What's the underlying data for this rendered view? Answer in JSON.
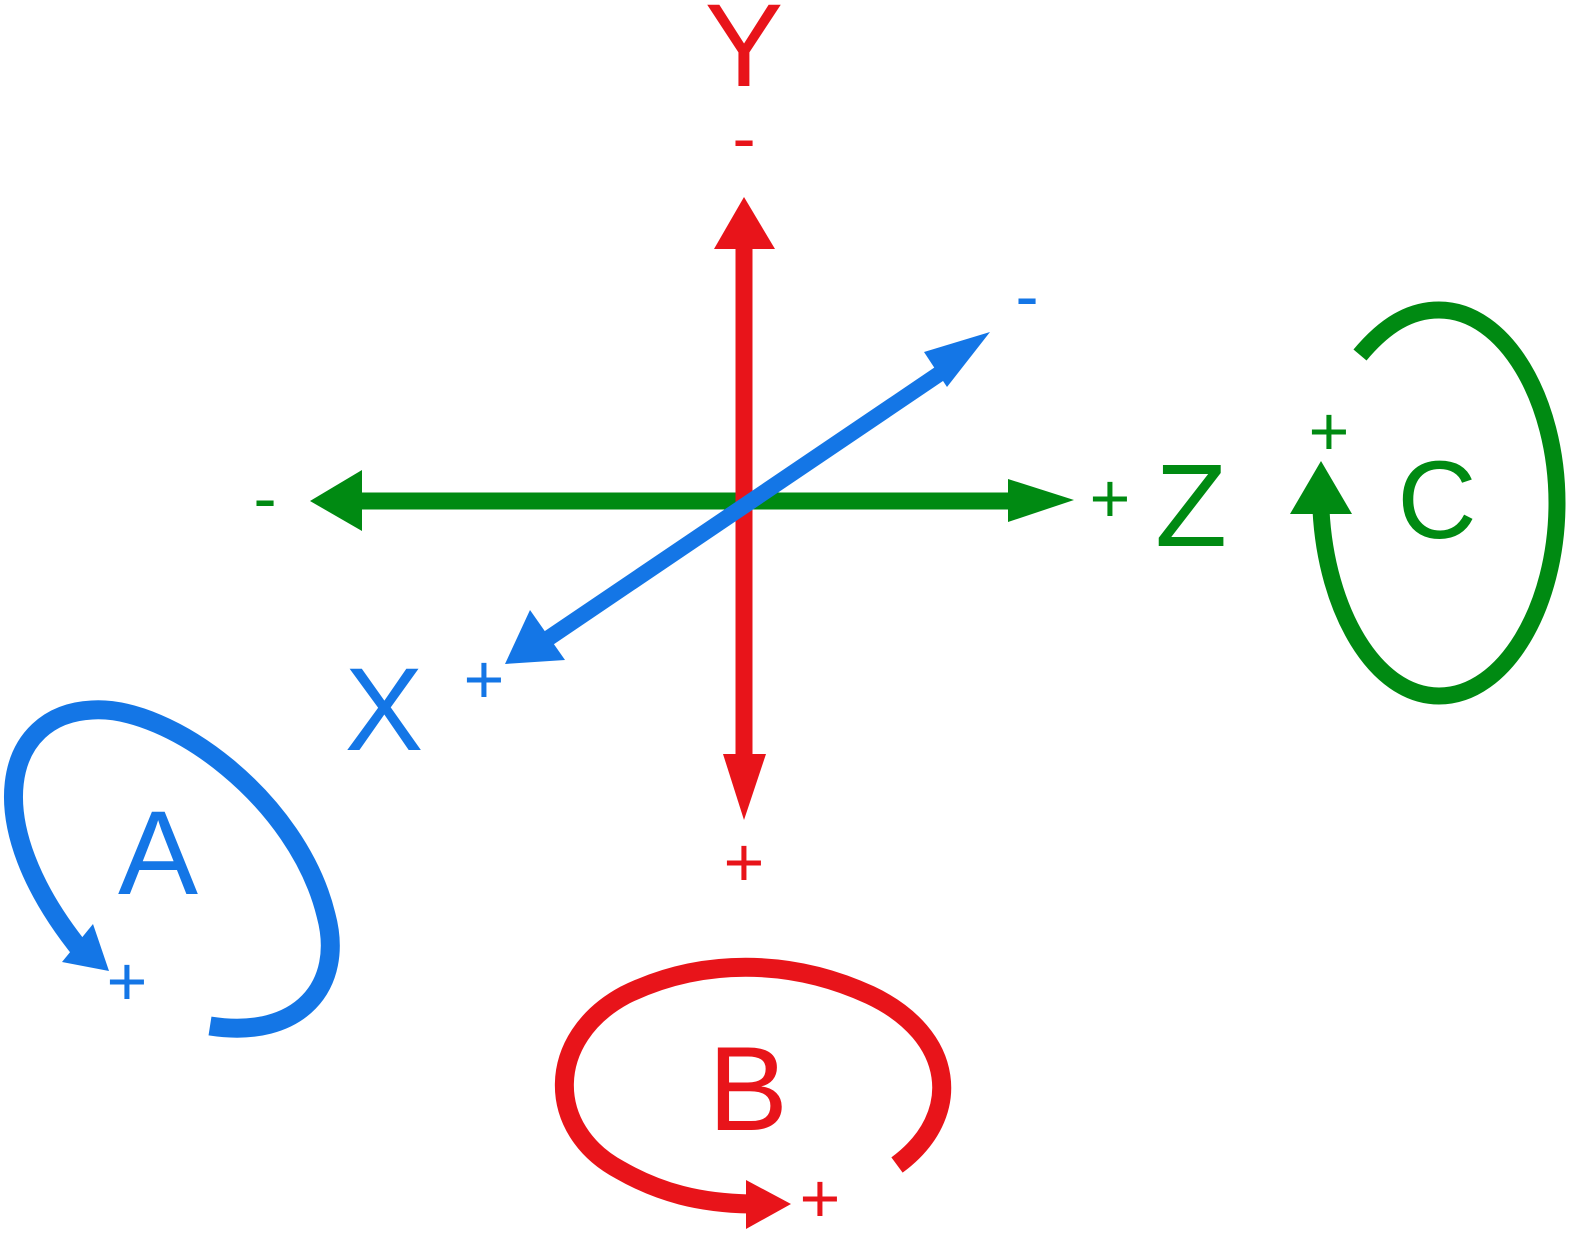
{
  "colors": {
    "y_axis": "#e8141a",
    "x_axis": "#1476e6",
    "z_axis": "#008a12"
  },
  "axes": {
    "y": {
      "label": "Y",
      "negative": "-",
      "positive": "+"
    },
    "x": {
      "label": "X",
      "negative": "-",
      "positive": "+"
    },
    "z": {
      "label": "Z",
      "negative": "-",
      "positive": "+"
    }
  },
  "rotations": {
    "a": {
      "label": "A",
      "positive": "+"
    },
    "b": {
      "label": "B",
      "positive": "+"
    },
    "c": {
      "label": "C",
      "positive": "+"
    }
  }
}
